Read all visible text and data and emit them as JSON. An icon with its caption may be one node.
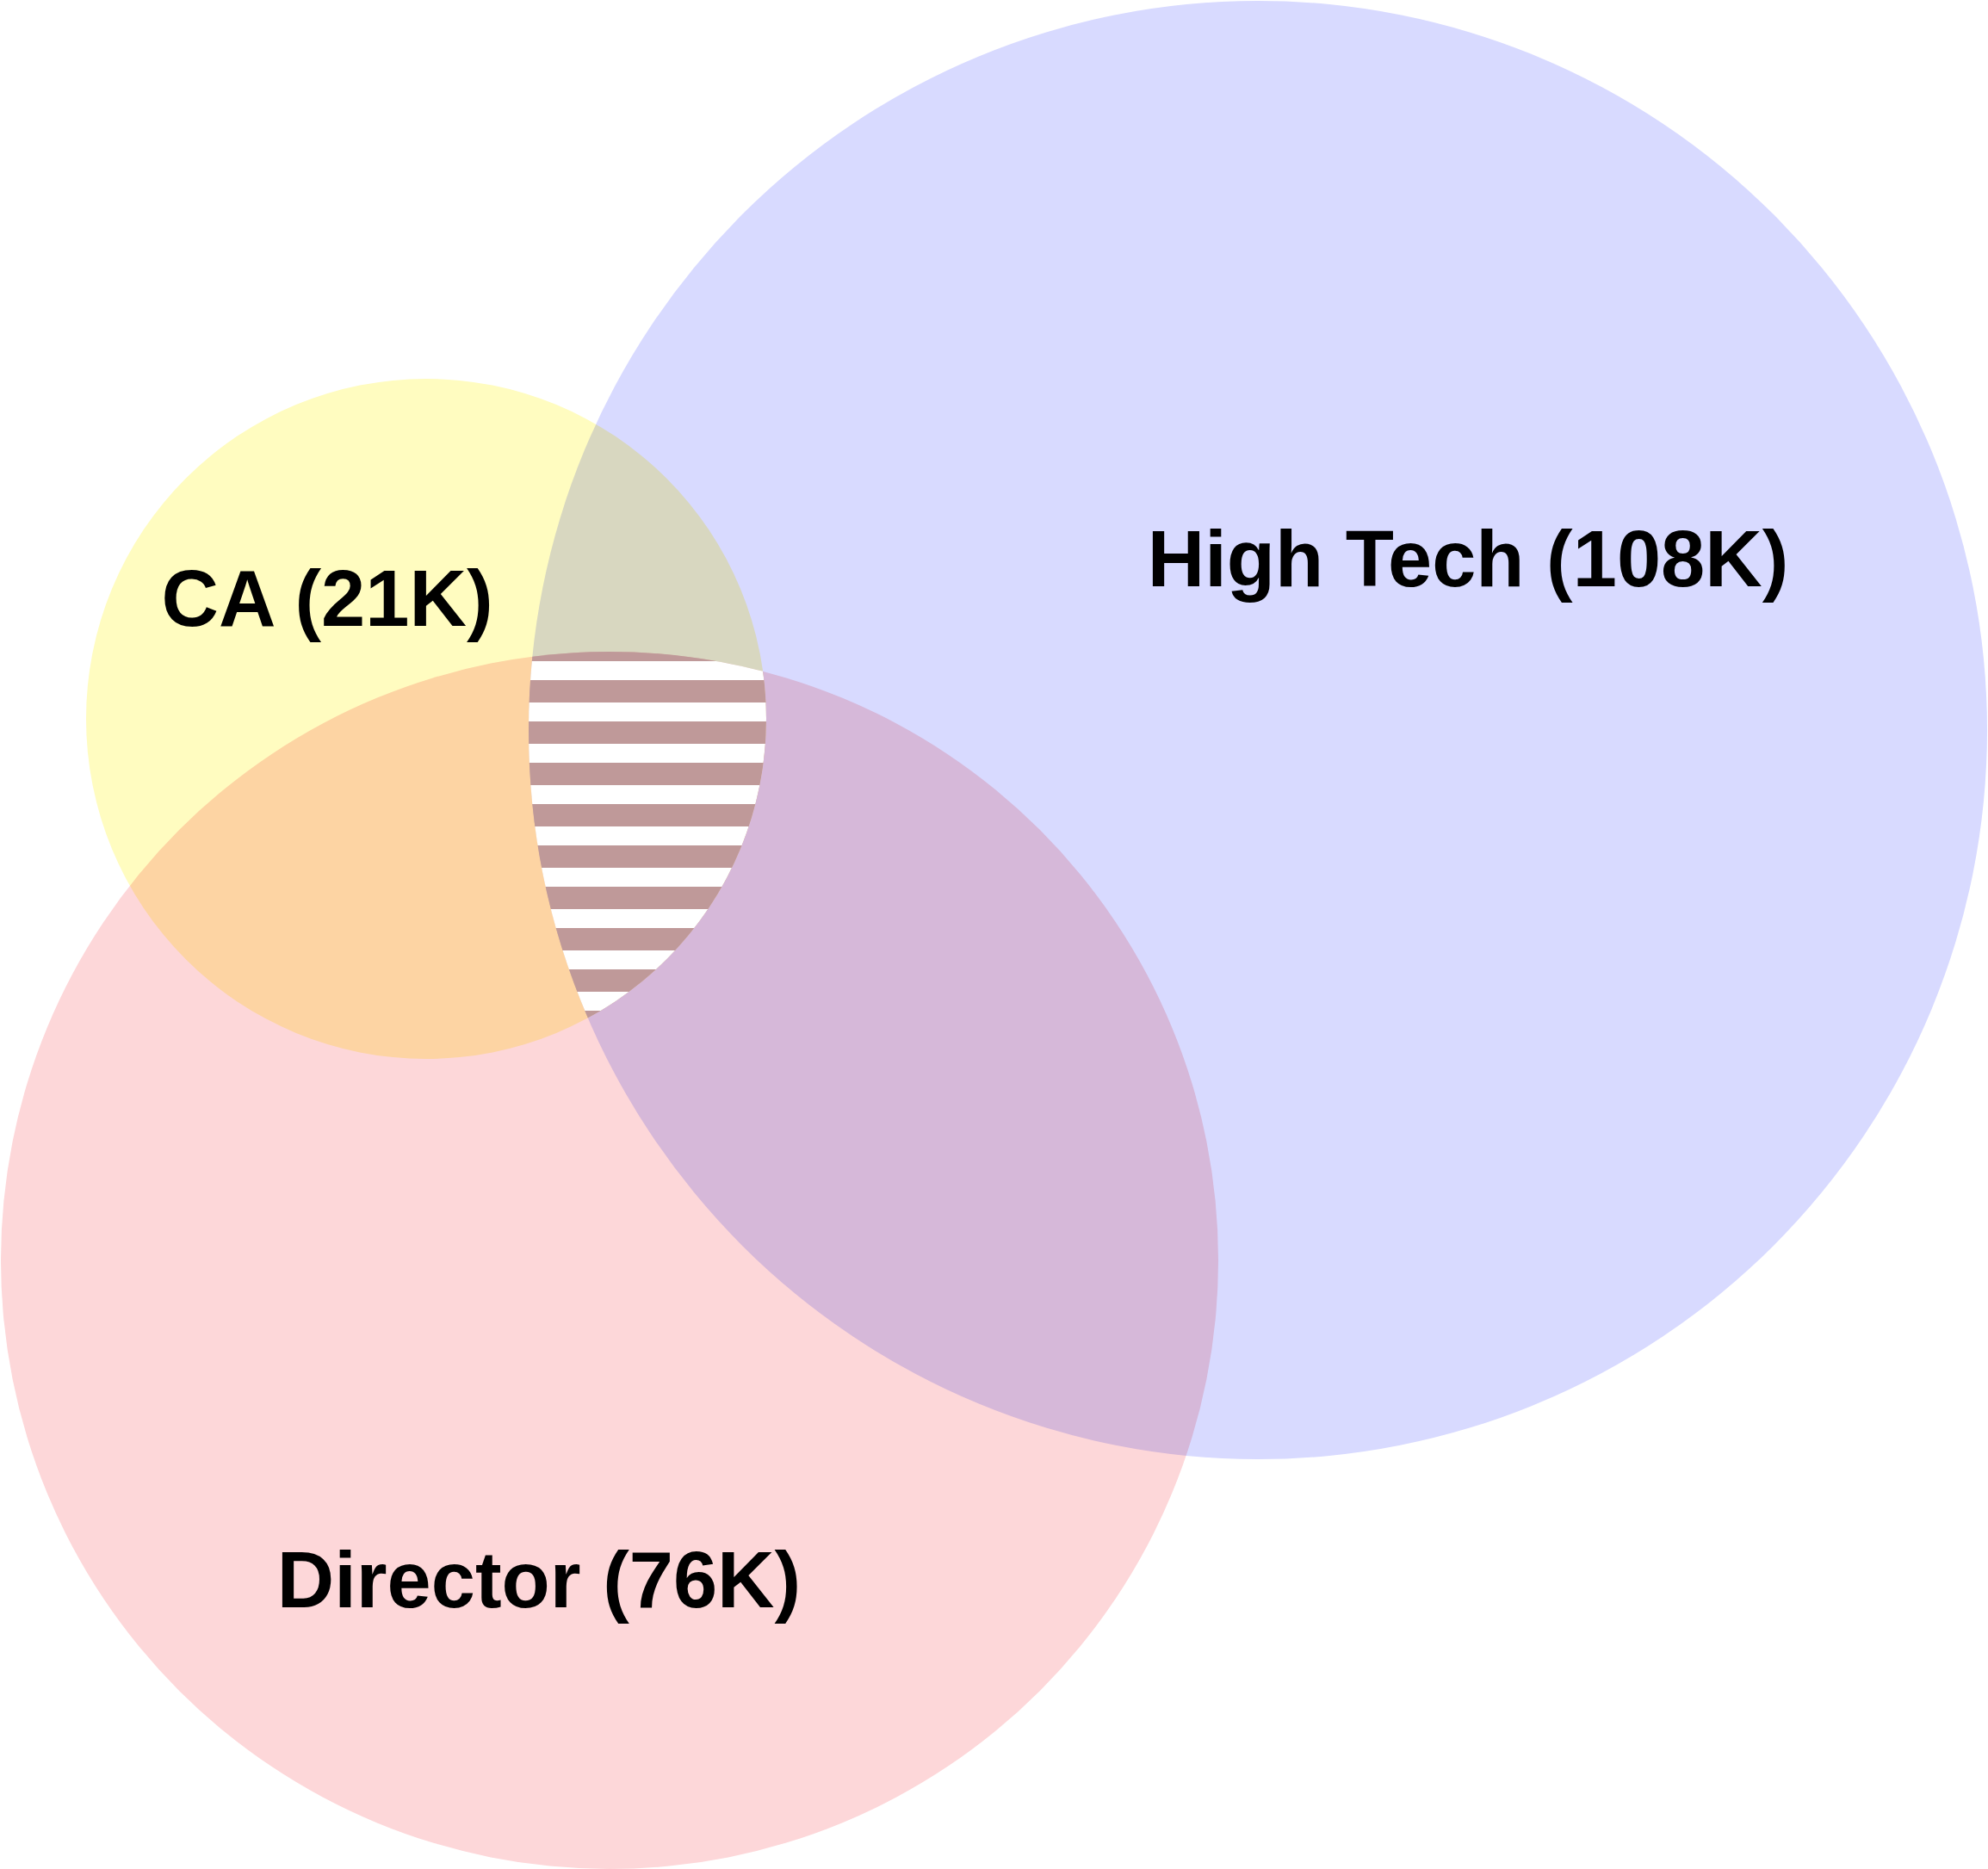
{
  "diagram": {
    "nodes": [
      {
        "text": [
          "High Tech (108K)"
        ]
      },
      {
        "text": [
          "CA (21K)"
        ]
      },
      {
        "text": [
          "Director (76K)"
        ]
      }
    ]
  }
}
